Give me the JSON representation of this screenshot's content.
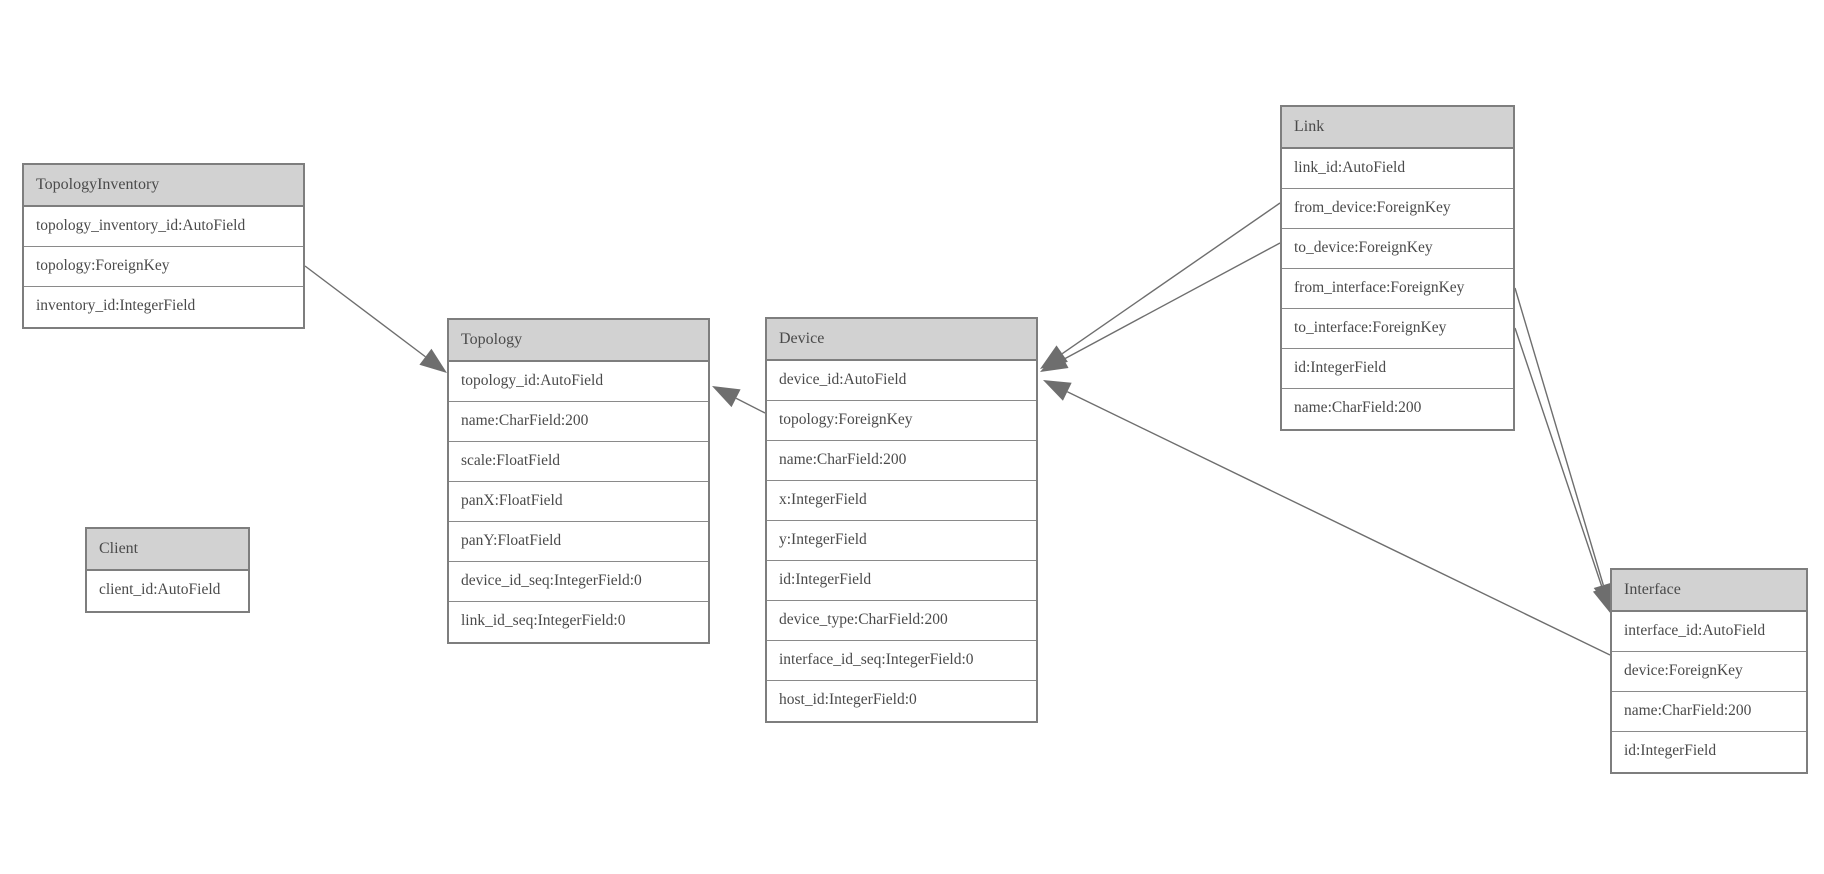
{
  "diagram": {
    "kind": "entity-relationship-diagram",
    "entities": [
      {
        "id": "topology_inventory",
        "name": "TopologyInventory",
        "fields": [
          "topology_inventory_id:AutoField",
          "topology:ForeignKey",
          "inventory_id:IntegerField"
        ]
      },
      {
        "id": "topology",
        "name": "Topology",
        "fields": [
          "topology_id:AutoField",
          "name:CharField:200",
          "scale:FloatField",
          "panX:FloatField",
          "panY:FloatField",
          "device_id_seq:IntegerField:0",
          "link_id_seq:IntegerField:0"
        ]
      },
      {
        "id": "client",
        "name": "Client",
        "fields": [
          "client_id:AutoField"
        ]
      },
      {
        "id": "device",
        "name": "Device",
        "fields": [
          "device_id:AutoField",
          "topology:ForeignKey",
          "name:CharField:200",
          "x:IntegerField",
          "y:IntegerField",
          "id:IntegerField",
          "device_type:CharField:200",
          "interface_id_seq:IntegerField:0",
          "host_id:IntegerField:0"
        ]
      },
      {
        "id": "link",
        "name": "Link",
        "fields": [
          "link_id:AutoField",
          "from_device:ForeignKey",
          "to_device:ForeignKey",
          "from_interface:ForeignKey",
          "to_interface:ForeignKey",
          "id:IntegerField",
          "name:CharField:200"
        ]
      },
      {
        "id": "interface",
        "name": "Interface",
        "fields": [
          "interface_id:AutoField",
          "device:ForeignKey",
          "name:CharField:200",
          "id:IntegerField"
        ]
      }
    ],
    "relations": [
      {
        "from": "TopologyInventory.topology",
        "to": "Topology.topology_id"
      },
      {
        "from": "Device.topology",
        "to": "Topology.topology_id"
      },
      {
        "from": "Link.from_device",
        "to": "Device.device_id"
      },
      {
        "from": "Link.to_device",
        "to": "Device.device_id"
      },
      {
        "from": "Link.from_interface",
        "to": "Interface.interface_id"
      },
      {
        "from": "Link.to_interface",
        "to": "Interface.interface_id"
      },
      {
        "from": "Interface.device",
        "to": "Device.device_id"
      }
    ],
    "colors": {
      "background": "#ffffff",
      "header_fill": "#d2d2d2",
      "border": "#7e7e7e",
      "border_light": "#8a8a8a",
      "text": "#4a4a4a",
      "line": "#6e6e6e"
    }
  }
}
